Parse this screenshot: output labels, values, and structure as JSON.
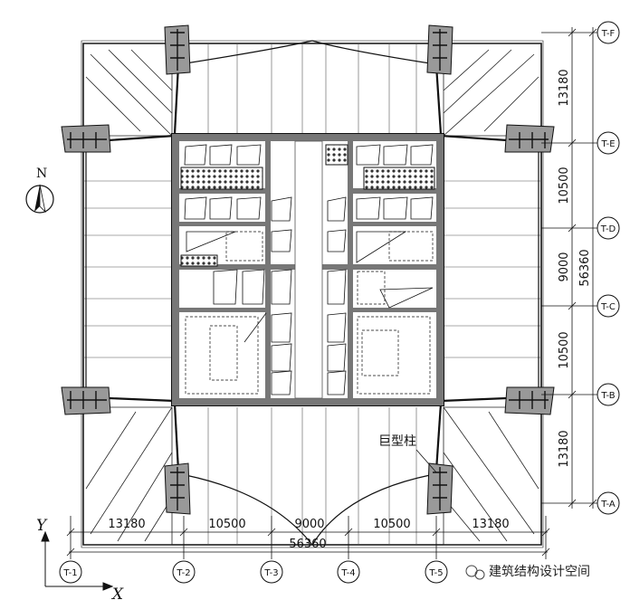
{
  "grid": {
    "columns": [
      "T-1",
      "T-2",
      "T-3",
      "T-4",
      "T-5"
    ],
    "rows": [
      "T-F",
      "T-E",
      "T-D",
      "T-C",
      "T-B",
      "T-A"
    ]
  },
  "dimensions": {
    "bottom_spans": [
      "13180",
      "10500",
      "9000",
      "10500",
      "13180"
    ],
    "bottom_total": "56360",
    "right_spans": [
      "13180",
      "10500",
      "9000",
      "10500",
      "13180"
    ],
    "right_total": "56360"
  },
  "labels": {
    "mega_column": "巨型柱",
    "north": "N",
    "axis_x": "X",
    "axis_y": "Y"
  },
  "watermark": {
    "text": "建筑结构设计空间"
  }
}
